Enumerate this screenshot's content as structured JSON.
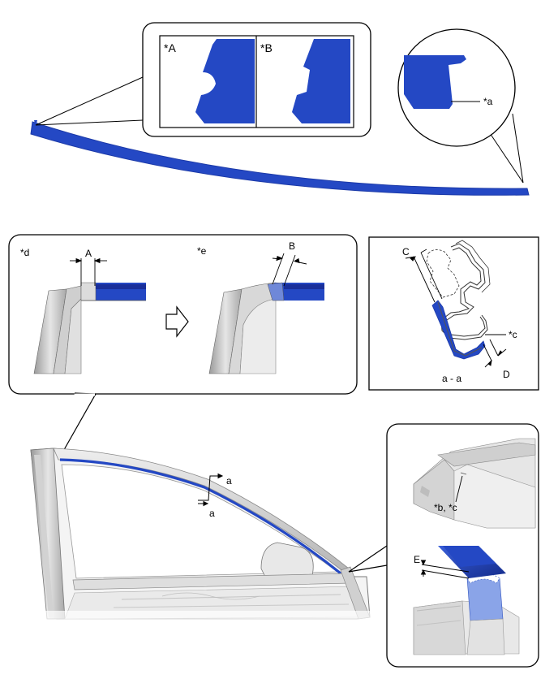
{
  "colors": {
    "blue": "#2448c4",
    "blue_dark": "#1c3aa8",
    "outline": "#000000",
    "metal_light": "#dcdcdc",
    "metal_mid": "#b8b8b8",
    "metal_dark": "#8f8f8f"
  },
  "top_callout": {
    "panel_a_label": "*A",
    "panel_b_label": "*B"
  },
  "circle_callout": {
    "label": "*a"
  },
  "detail_left": {
    "panel_d_label": "*d",
    "panel_e_label": "*e",
    "dim_a": "A",
    "dim_b": "B"
  },
  "section_view": {
    "dim_c": "C",
    "dim_d": "D",
    "callout_c": "*c",
    "caption": "a - a"
  },
  "door": {
    "section_mark_top": "a",
    "section_mark_bottom": "a"
  },
  "right_details": {
    "upper_label": "*b, *c",
    "lower_dim": "E"
  }
}
